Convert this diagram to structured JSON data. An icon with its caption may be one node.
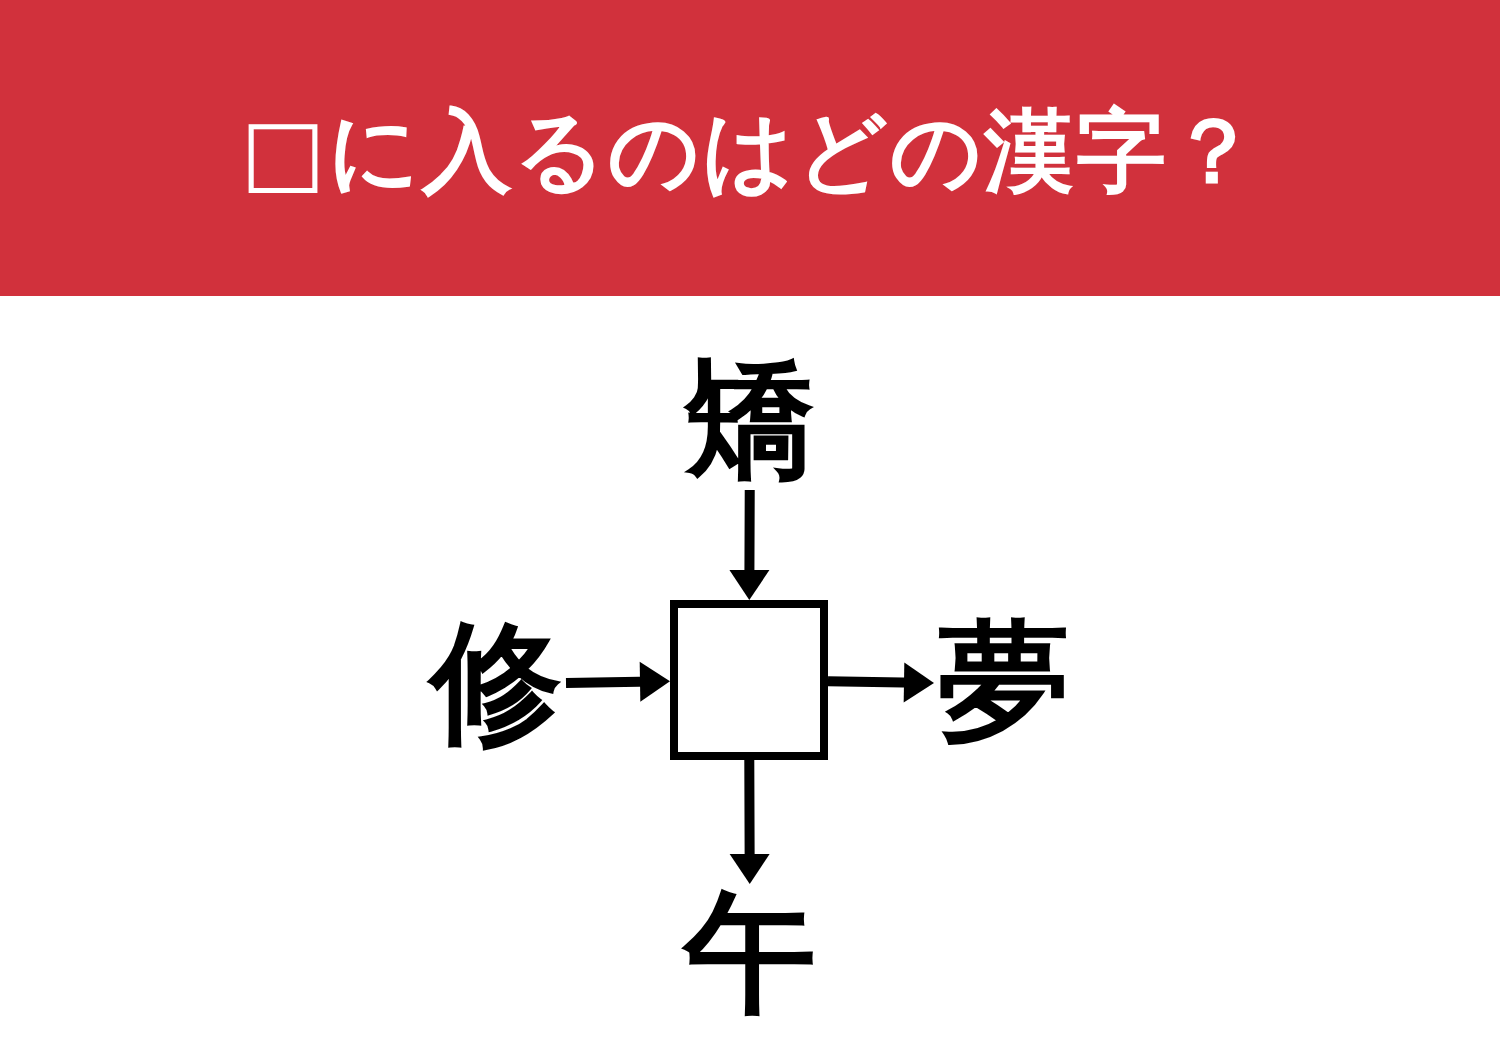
{
  "diagram": {
    "title": "□に入るのはどの漢字？",
    "nodes": [
      {
        "text": [
          "矯"
        ]
      },
      {
        "text": [
          "修"
        ]
      },
      {
        "text": [],
        "shape": "box"
      },
      {
        "text": [
          "夢"
        ]
      },
      {
        "text": [
          "午"
        ]
      }
    ],
    "edges": [
      {
        "from": 0,
        "to": 2,
        "arrow": "to"
      },
      {
        "from": 1,
        "to": 2,
        "arrow": "to"
      },
      {
        "from": 2,
        "to": 3,
        "arrow": "to"
      },
      {
        "from": 2,
        "to": 4,
        "arrow": "to"
      }
    ]
  }
}
